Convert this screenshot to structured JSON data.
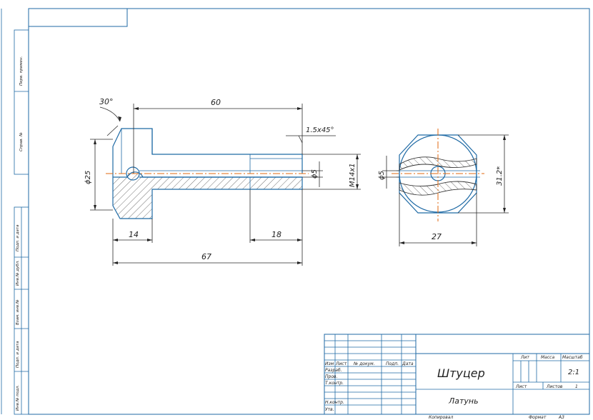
{
  "dimensions": {
    "angle_head": "30°",
    "length_60": "60",
    "chamfer": "1.5x45°",
    "dia_25": "ϕ25",
    "dia_5_front": "ϕ5",
    "thread": "M14x1",
    "len_14": "14",
    "len_18": "18",
    "len_67": "67",
    "dia_5_side": "ϕ5",
    "across_corners": "31.2*",
    "across_flats": "27"
  },
  "title_block": {
    "part_name": "Штуцер",
    "material": "Латунь",
    "col_headers": [
      "Изм",
      "Лист",
      "№ докум.",
      "Подп.",
      "Дата"
    ],
    "row_labels": [
      "Разраб.",
      "Пров.",
      "Т.контр.",
      "",
      "Н.контр.",
      "Утв."
    ],
    "lit_label": "Лит",
    "mass_label": "Масса",
    "scale_label": "Масштаб",
    "scale_value": "2:1",
    "sheet_label": "Лист",
    "sheets_label": "Листов",
    "sheets_value": "1",
    "copied_label": "Копировал",
    "format_label": "Формат",
    "format_value": "А3"
  },
  "side_strip": {
    "labels": [
      "Перв. примен.",
      "Справ. №",
      "Подп. и дата",
      "Инв.№ дубл.",
      "Взам. инв.№",
      "Подп. и дата",
      "Инв.№ подл."
    ]
  }
}
